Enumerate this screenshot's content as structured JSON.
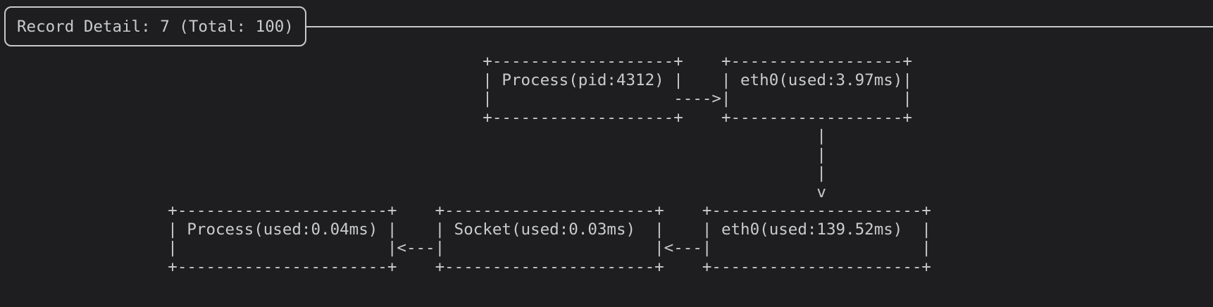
{
  "header": {
    "title": "Record Detail: 7 (Total: 100)",
    "record_index": "7",
    "record_total": "100"
  },
  "colors": {
    "background": "#1e1e20",
    "foreground": "#c9cbcc"
  },
  "diagram": {
    "nodes": [
      {
        "id": "process-top",
        "label": "Process(pid:4312)"
      },
      {
        "id": "eth0-top",
        "label": "eth0(used:3.97ms)"
      },
      {
        "id": "process-bottom",
        "label": "Process(used:0.04ms)"
      },
      {
        "id": "socket-bottom",
        "label": "Socket(used:0.03ms)"
      },
      {
        "id": "eth0-bottom",
        "label": "eth0(used:139.52ms)"
      }
    ],
    "edges": [
      {
        "from": "process-top",
        "to": "eth0-top",
        "arrow": "--->"
      },
      {
        "from": "eth0-top",
        "to": "eth0-bottom",
        "arrow": "v"
      },
      {
        "from": "eth0-bottom",
        "to": "socket-bottom",
        "arrow": "<---"
      },
      {
        "from": "socket-bottom",
        "to": "process-bottom",
        "arrow": "<---"
      }
    ],
    "ascii_lines": [
      "                                                  +-------------------+    +------------------+",
      "                                                  | Process(pid:4312) |    | eth0(used:3.97ms)|",
      "                                                  |                   ---->|                  |",
      "                                                  +-------------------+    +------------------+",
      "                                                                                     |",
      "                                                                                     |",
      "                                                                                     |",
      "                                                                                     v",
      "                 +----------------------+    +----------------------+    +----------------------+",
      "                 | Process(used:0.04ms) |    | Socket(used:0.03ms)  |    | eth0(used:139.52ms)  |",
      "                 |                      |<---|                      |<---|                      |",
      "                 +----------------------+    +----------------------+    +----------------------+"
    ]
  }
}
